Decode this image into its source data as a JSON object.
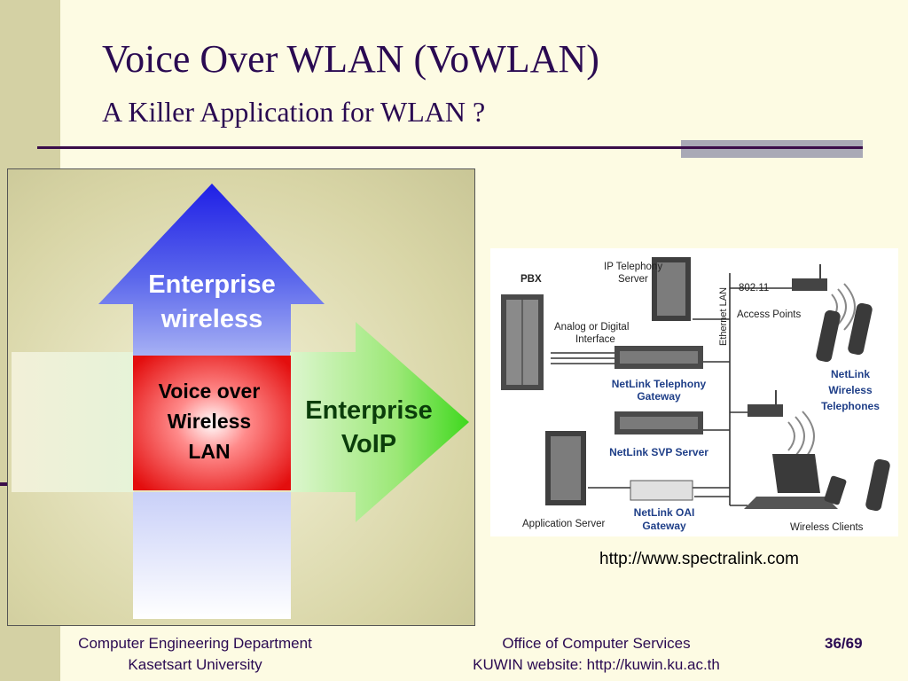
{
  "slide": {
    "title": "Voice Over WLAN (VoWLAN)",
    "subtitle": "A Killer Application for WLAN ?"
  },
  "diagram": {
    "up_arrow_line1": "Enterprise",
    "up_arrow_line2": "wireless",
    "center_line1": "Voice over",
    "center_line2": "Wireless",
    "center_line3": "LAN",
    "right_arrow_line1": "Enterprise",
    "right_arrow_line2": "VoIP"
  },
  "network_figure": {
    "pbx": "PBX",
    "ip_tel_line1": "IP Telephony",
    "ip_tel_line2": "Server",
    "ethernet_lan": "Ethernet LAN",
    "ap_line1": "802.11",
    "ap_line2": "Access Points",
    "analog_line1": "Analog or Digital",
    "analog_line2": "Interface",
    "gw_line1": "NetLink Telephony",
    "gw_line2": "Gateway",
    "svp": "NetLink SVP Server",
    "phones_line1": "NetLink",
    "phones_line2": "Wireless",
    "phones_line3": "Telephones",
    "app_server": "Application Server",
    "oai_line1": "NetLink OAI",
    "oai_line2": "Gateway",
    "wireless_clients": "Wireless Clients"
  },
  "credit_url": "http://www.spectralink.com",
  "footer": {
    "left_line1": "Computer Engineering Department",
    "left_line2": "Kasetsart University",
    "mid_line1": "Office of Computer Services",
    "mid_line2": "KUWIN website: http://kuwin.ku.ac.th",
    "page": "36/69"
  },
  "colors": {
    "title": "#2a0a52",
    "up_arrow": "#3a3ae0",
    "right_arrow": "#55dd33",
    "center_box": "#e81010",
    "band": "#d4d1a4"
  }
}
